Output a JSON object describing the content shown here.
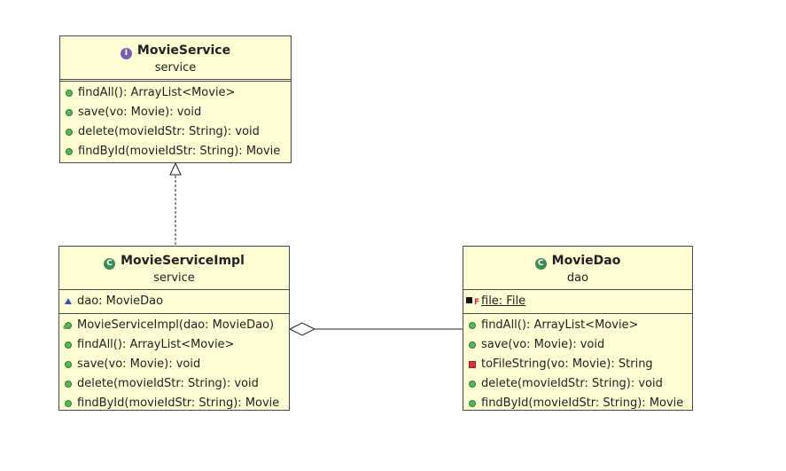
{
  "classes": {
    "movie_service": {
      "stereotype_icon": "I",
      "name": "MovieService",
      "package": "service",
      "fields": [],
      "methods": [
        {
          "visibility": "public",
          "signature": "findAll(): ArrayList<Movie>"
        },
        {
          "visibility": "public",
          "signature": "save(vo: Movie): void"
        },
        {
          "visibility": "public",
          "signature": "delete(movieIdStr: String): void"
        },
        {
          "visibility": "public",
          "signature": "findById(movieIdStr: String): Movie"
        }
      ]
    },
    "movie_service_impl": {
      "stereotype_icon": "C",
      "name": "MovieServiceImpl",
      "package": "service",
      "fields": [
        {
          "visibility": "package",
          "signature": "dao: MovieDao"
        }
      ],
      "methods": [
        {
          "visibility": "public-constructor",
          "ctor_mark": "c",
          "signature": "MovieServiceImpl(dao: MovieDao)"
        },
        {
          "visibility": "public",
          "signature": "findAll(): ArrayList<Movie>"
        },
        {
          "visibility": "public",
          "signature": "save(vo: Movie): void"
        },
        {
          "visibility": "public",
          "signature": "delete(movieIdStr: String): void"
        },
        {
          "visibility": "public",
          "signature": "findById(movieIdStr: String): Movie"
        }
      ]
    },
    "movie_dao": {
      "stereotype_icon": "C",
      "name": "MovieDao",
      "package": "dao",
      "fields": [
        {
          "visibility": "private-static-final",
          "final_mark": "F",
          "signature": "file: File"
        }
      ],
      "methods": [
        {
          "visibility": "public",
          "signature": "findAll(): ArrayList<Movie>"
        },
        {
          "visibility": "public",
          "signature": "save(vo: Movie): void"
        },
        {
          "visibility": "private",
          "signature": "toFileString(vo: Movie): String"
        },
        {
          "visibility": "public",
          "signature": "delete(movieIdStr: String): void"
        },
        {
          "visibility": "public",
          "signature": "findById(movieIdStr: String): Movie"
        }
      ]
    }
  },
  "relationships": [
    {
      "type": "realization",
      "from": "MovieServiceImpl",
      "to": "MovieService"
    },
    {
      "type": "aggregation",
      "from": "MovieServiceImpl",
      "to": "MovieDao"
    }
  ],
  "colors": {
    "box_fill": "#fefdd3",
    "box_border": "#4a4a4a",
    "interface_icon": "#7d5fb0",
    "class_icon": "#3e8a55",
    "public_dot": "#5bb55b",
    "package_triangle": "#3553b0",
    "private_square": "#d8303e"
  }
}
